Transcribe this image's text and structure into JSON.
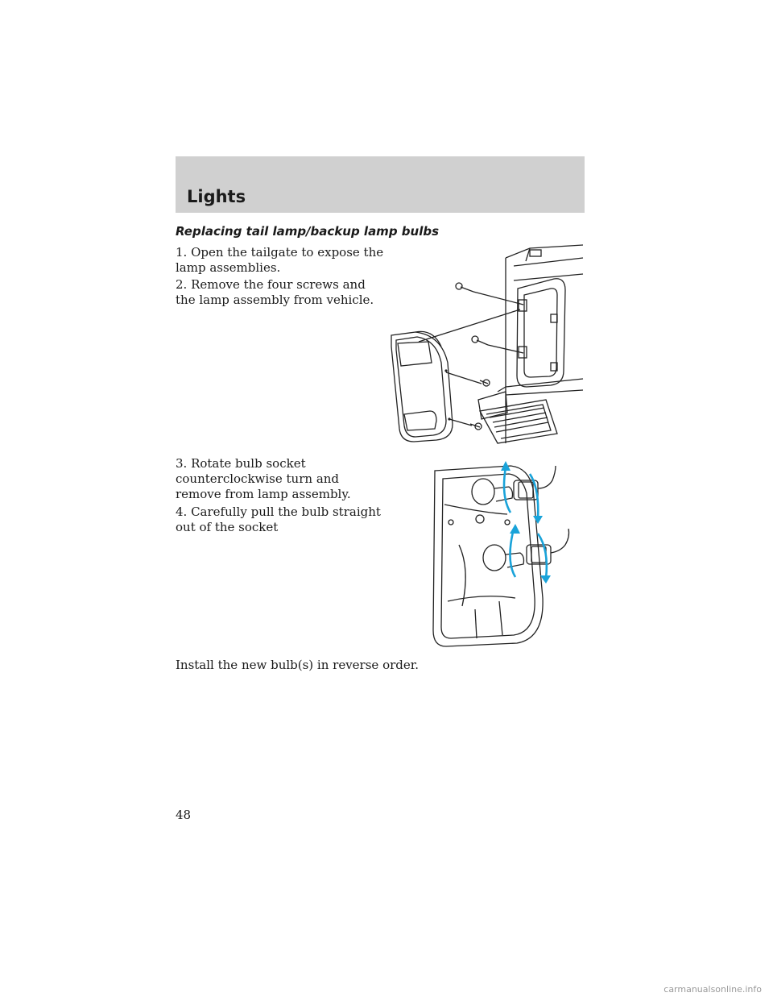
{
  "header": {
    "title": "Lights"
  },
  "section": {
    "title": "Replacing tail lamp/backup lamp bulbs"
  },
  "steps": [
    "1. Open the tailgate to expose the lamp assemblies.",
    "2. Remove the four screws and the lamp assembly from vehicle.",
    "3. Rotate bulb socket counterclockwise turn and remove from lamp assembly.",
    "4. Carefully pull the bulb straight out of the socket"
  ],
  "closing": "Install the new bulb(s) in reverse order.",
  "page_number": "48",
  "watermark": "carmanualsonline.info",
  "colors": {
    "header_band": "#d0d0d0",
    "arrow_accent": "#1aa3d9"
  }
}
